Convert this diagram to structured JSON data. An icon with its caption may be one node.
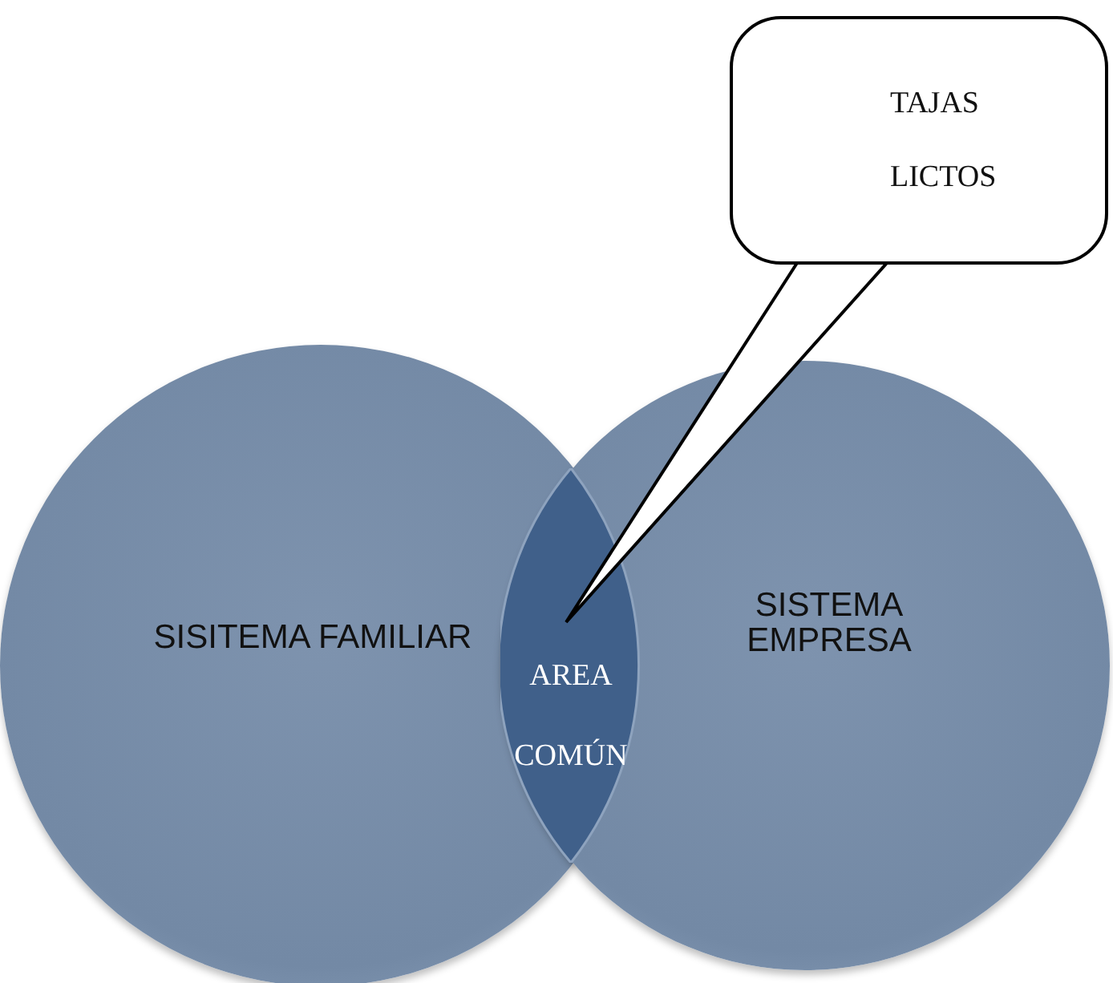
{
  "diagram": {
    "nodes": [
      {
        "text": [
          "TAJAS",
          "LICTOS"
        ]
      },
      {
        "text": [
          "SISITEMA FAMILIAR"
        ]
      },
      {
        "text": [
          "SISTEMA EMPRESA"
        ]
      },
      {
        "text": [
          "AREA COMÚN"
        ]
      }
    ],
    "edges": [
      {
        "from": 0,
        "to": 3,
        "arrow": "none"
      }
    ]
  }
}
